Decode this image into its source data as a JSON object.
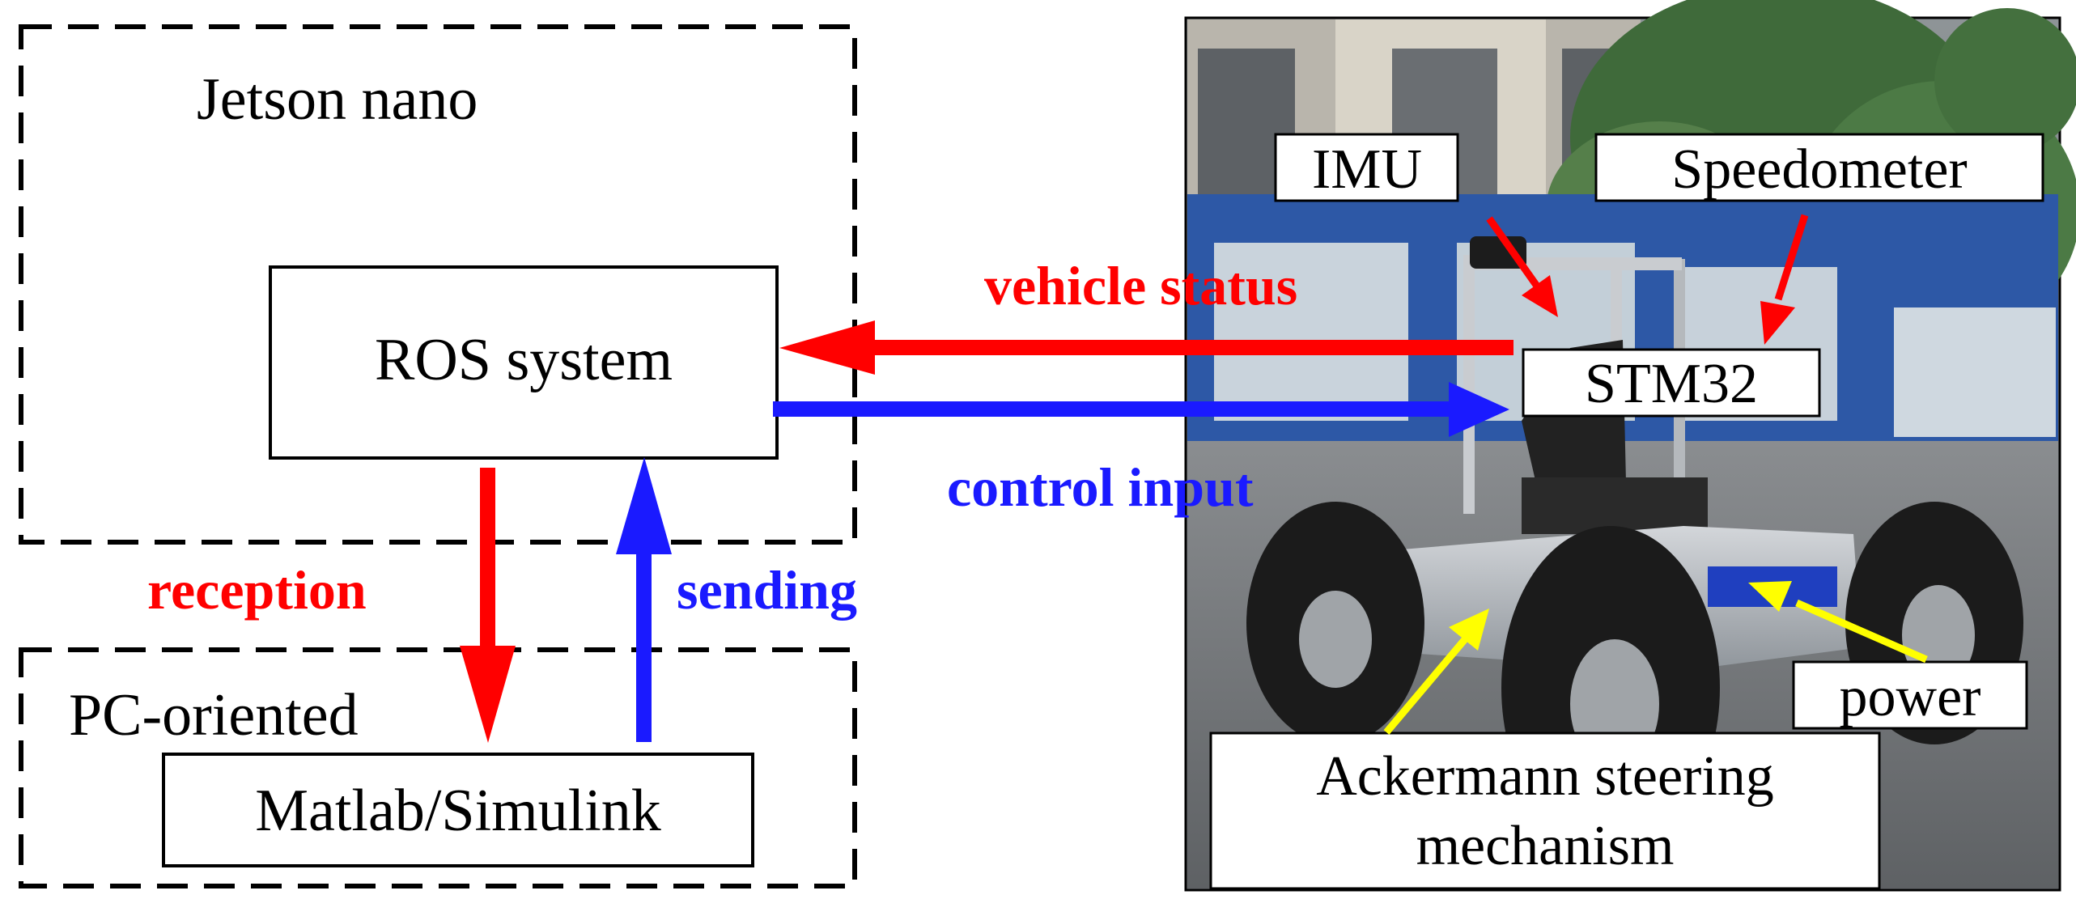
{
  "jetson": {
    "title": "Jetson nano"
  },
  "ros": {
    "label": "ROS system"
  },
  "pc": {
    "title": "PC-oriented",
    "software": "Matlab/Simulink"
  },
  "arrows": {
    "vehicle_status": "vehicle status",
    "control_input": "control input",
    "reception": "reception",
    "sending": "sending"
  },
  "robot_labels": {
    "imu": "IMU",
    "speedometer": "Speedometer",
    "stm32": "STM32",
    "power": "power",
    "ackermann_line1": "Ackermann steering",
    "ackermann_line2": "mechanism"
  },
  "colors": {
    "red": "#ff0000",
    "blue": "#1a1aff",
    "yellow": "#ffff00",
    "black": "#000000"
  }
}
